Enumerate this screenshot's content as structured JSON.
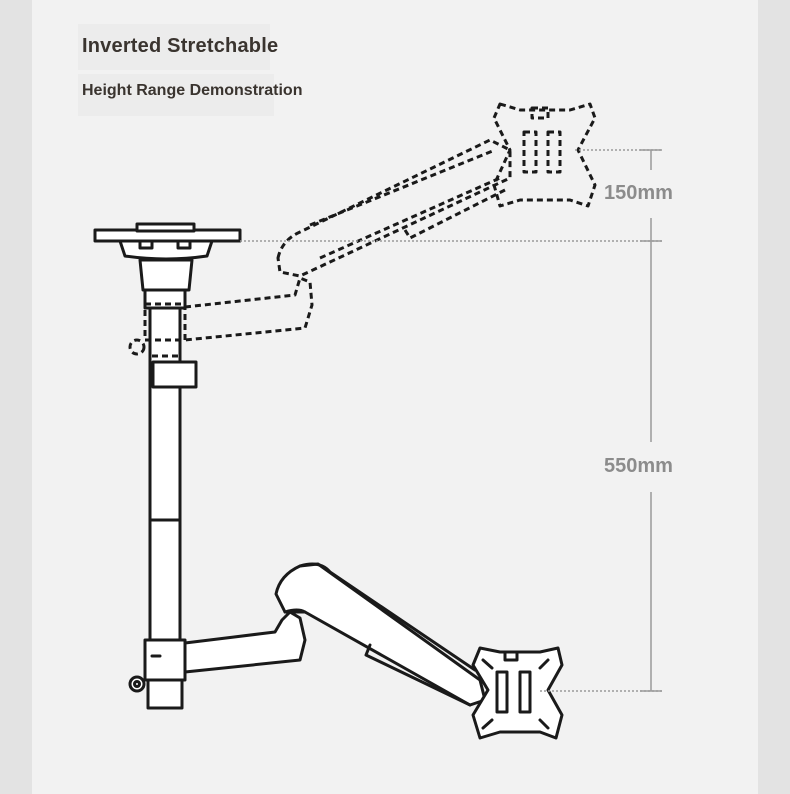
{
  "header": {
    "title": "Inverted Stretchable",
    "subtitle": "Height Range Demonstration"
  },
  "dimensions": {
    "upper_label": "150mm",
    "lower_label": "550mm"
  },
  "colors": {
    "background": "#f2f2f2",
    "outer": "#e3e3e3",
    "line": "#1a1a1a",
    "dimension": "#8c8c8c",
    "text": "#3a342f"
  }
}
